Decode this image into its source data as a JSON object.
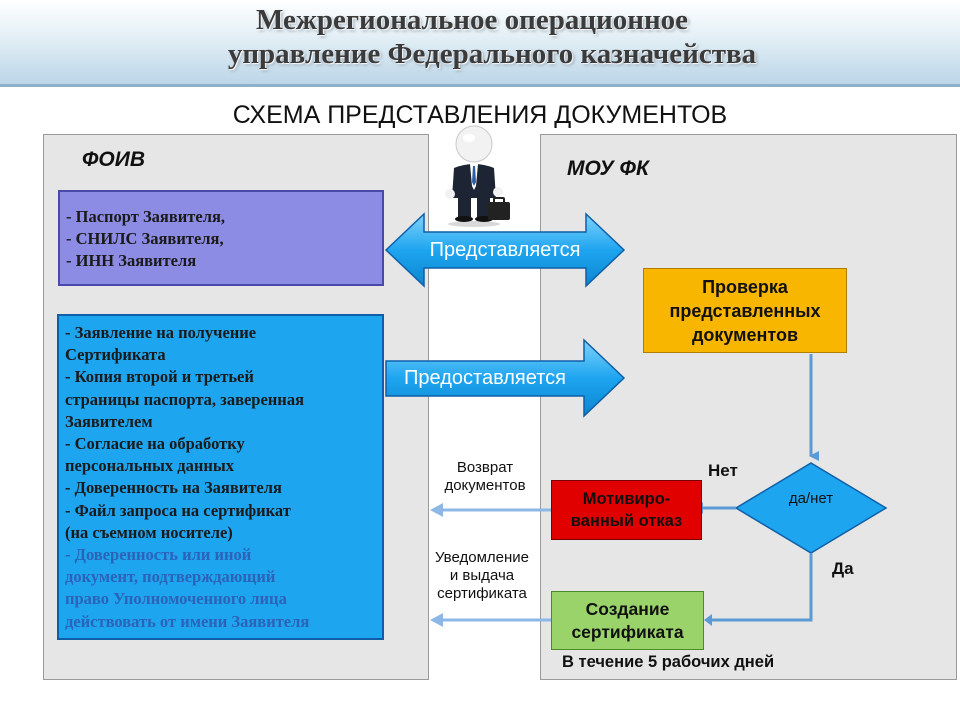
{
  "header": {
    "line1": "Межрегиональное операционное",
    "line2": "управление Федерального казначейства"
  },
  "subtitle": "СХЕМА ПРЕДСТАВЛЕНИЯ ДОКУМЕНТОВ",
  "left_panel": {
    "title": "ФОИВ",
    "box1": [
      "- Паспорт Заявителя,",
      "- СНИЛС Заявителя,",
      "- ИНН Заявителя"
    ],
    "box2": [
      "- Заявление на получение",
      "Сертификата",
      "- Копия второй и третьей",
      "страницы паспорта, заверенная",
      "Заявителем",
      "- Согласие на обработку",
      "персональных данных",
      "- Доверенность на Заявителя",
      "- Файл запроса на сертификат",
      "(на съемном носителе)"
    ],
    "box2_pale": [
      "- Доверенность или иной",
      "документ, подтверждающий",
      "право Уполномоченного лица",
      "действовать от имени Заявителя"
    ]
  },
  "right_panel": {
    "title": "МОУ ФК",
    "check_lines": [
      "Проверка",
      "представленных",
      "документов"
    ],
    "decision": "да/нет",
    "no_label": "Нет",
    "yes_label": "Да",
    "refusal_lines": [
      "Мотивиро-",
      "ванный отказ"
    ],
    "create_lines": [
      "Создание",
      "сертификата"
    ],
    "deadline": "В течение 5 рабочих дней"
  },
  "arrows": {
    "arrow1": "Представляется",
    "arrow2": "Предоставляется",
    "return_lines": [
      "Возврат",
      "документов"
    ],
    "notify_lines": [
      "Уведомление",
      "и выдача",
      "сертификата"
    ]
  },
  "colors": {
    "purple_box": "#8d8ce5",
    "blue_box": "#1ea5f0",
    "arrow_fill": "#1ea5f0",
    "check_box": "#f8b600",
    "refusal_box": "#e00000",
    "create_box": "#99d36a",
    "connector": "#5b9bd5"
  },
  "icons": {
    "person": "businessman-with-briefcase-icon"
  }
}
